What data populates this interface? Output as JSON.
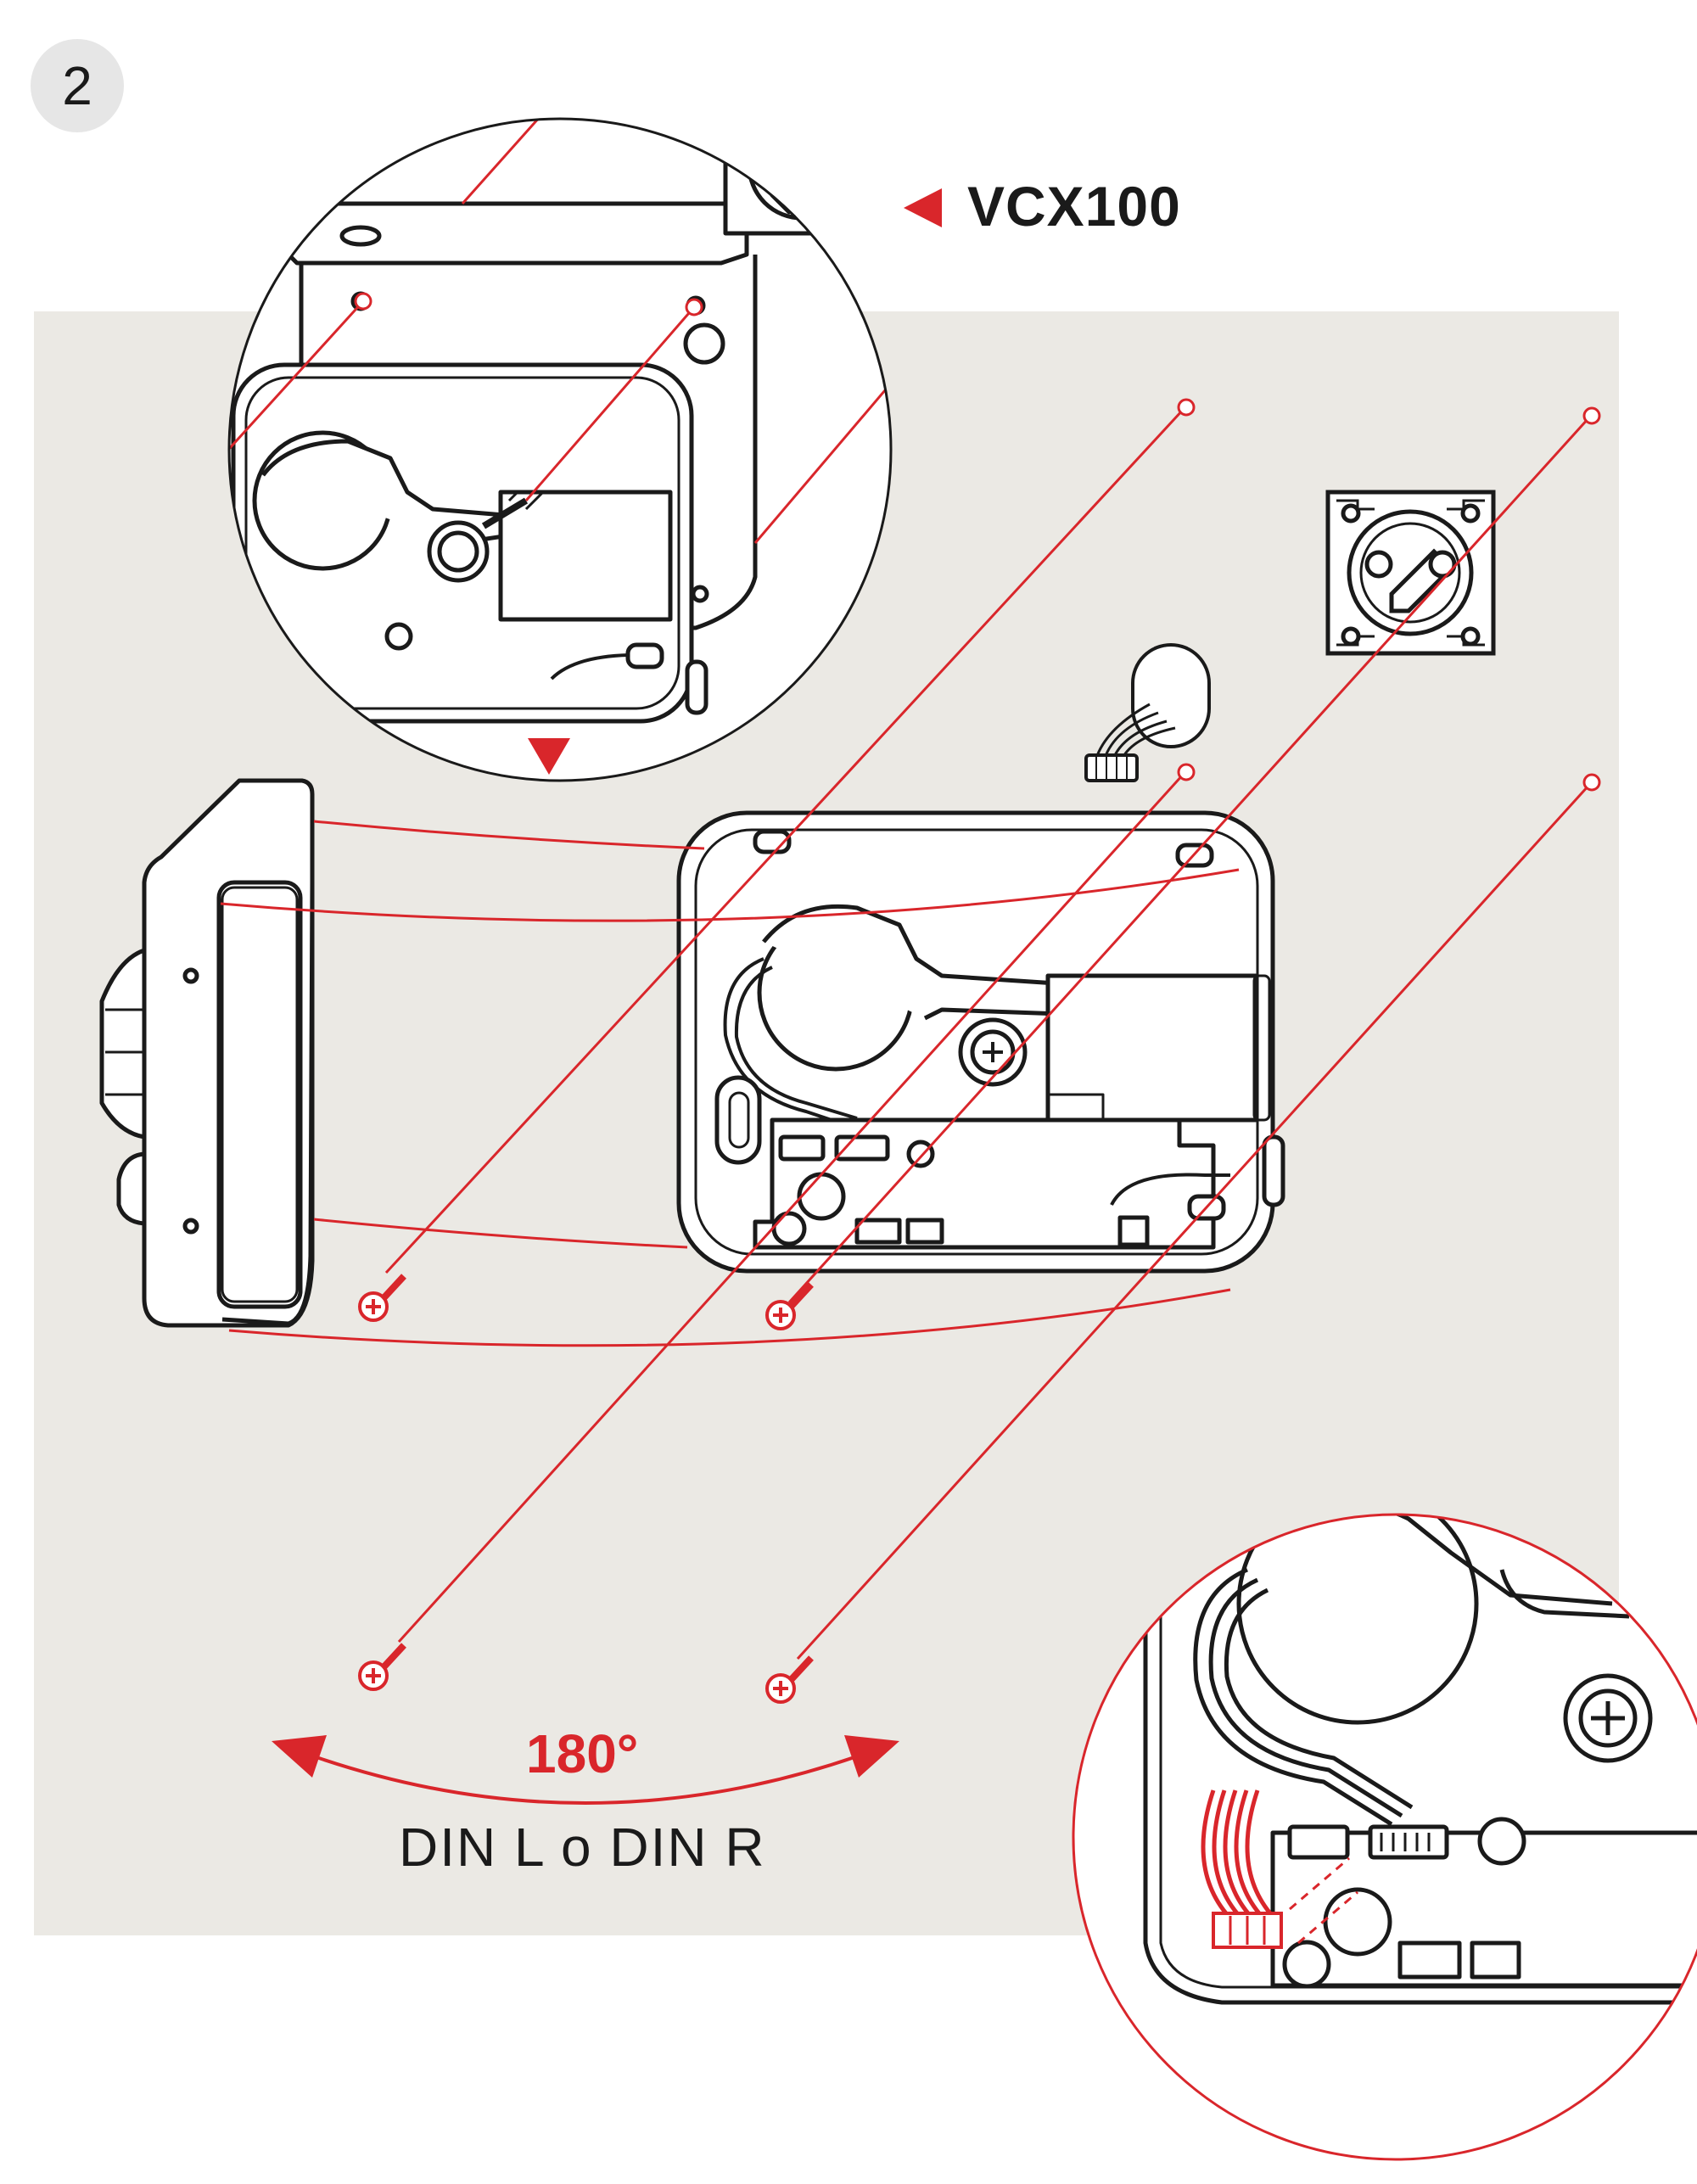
{
  "step": {
    "number": "2"
  },
  "labels": {
    "model": "VCX100",
    "angle": "180°",
    "orientation": "DIN L o DIN R"
  },
  "colors": {
    "accent": "#d9262b",
    "panel": "#ebe9e4",
    "line": "#1a1a1a",
    "badge": "#e6e6e6",
    "paper": "#ffffff"
  },
  "icons": [
    "pointer-arrow-icon",
    "down-arrow-icon",
    "rotate-arrow-icon",
    "screw-icon"
  ]
}
